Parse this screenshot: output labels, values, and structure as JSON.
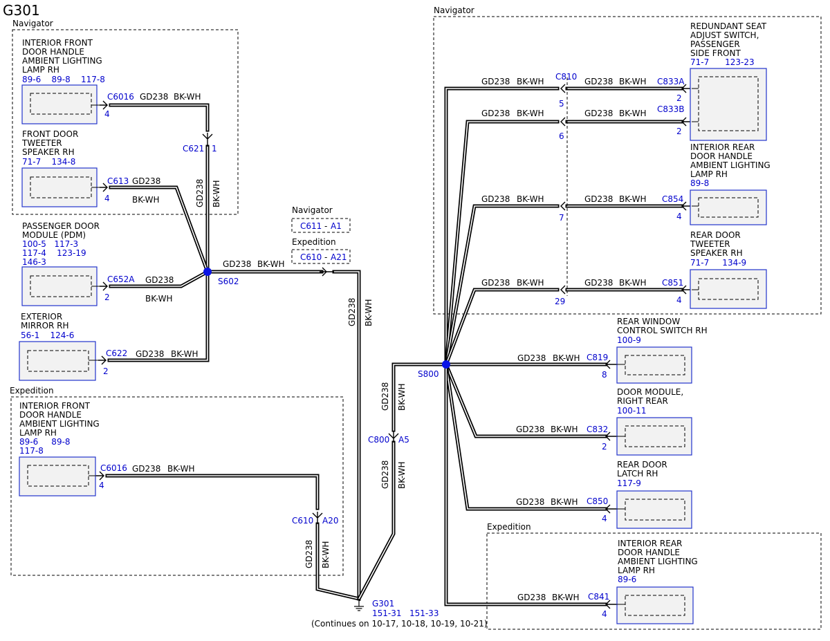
{
  "title": "G301",
  "colors": {
    "accent": "#0000cc",
    "wire": "#000000",
    "component_fill": "#f2f2f2",
    "component_border": "#2233cc"
  },
  "groups": {
    "nav_left": "Navigator",
    "nav_right": "Navigator",
    "exp_left": "Expedition",
    "exp_right": "Expedition",
    "nav_mid": "Navigator",
    "exp_mid": "Expedition"
  },
  "wire": {
    "color": "GD238",
    "code": "BK-WH"
  },
  "inline": {
    "nav_conn": "C611",
    "nav_sep": "-",
    "nav_pin": "A1",
    "exp_conn": "C610",
    "exp_sep": "-",
    "exp_pin": "A21"
  },
  "splices": {
    "s602": "S602",
    "s800": "S800"
  },
  "ground": {
    "name": "G301",
    "refs": "151-31   151-33",
    "note": "(Continues on 10-17, 10-18, 10-19, 10-21)"
  },
  "connectors": {
    "c621": "C621",
    "c621_pin": "1",
    "c800": "C800",
    "c800_pin": "A5",
    "c610b": "C610",
    "c610b_pin": "A20",
    "c6016a": "C6016",
    "c6016a_pin": "4",
    "c613": "C613",
    "c613_pin": "4",
    "c652a": "C652A",
    "c652a_pin": "2",
    "c622": "C622",
    "c622_pin": "2",
    "c6016b": "C6016",
    "c6016b_pin": "4",
    "c810": "C810",
    "c810_pin5": "5",
    "c810_pin6": "6",
    "c810_pin7": "7",
    "c810_pin29": "29",
    "c833a": "C833A",
    "c833a_pin": "2",
    "c833b": "C833B",
    "c833b_pin": "2",
    "c854": "C854",
    "c854_pin": "4",
    "c851": "C851",
    "c851_pin": "4",
    "c819": "C819",
    "c819_pin": "8",
    "c832": "C832",
    "c832_pin": "2",
    "c850": "C850",
    "c850_pin": "4",
    "c841": "C841",
    "c841_pin": "4"
  },
  "components": {
    "ifdh_nav": {
      "lines": [
        "INTERIOR FRONT",
        "DOOR HANDLE",
        "AMBIENT LIGHTING",
        "LAMP RH"
      ],
      "refs": [
        "89-6    89-8    117-8"
      ]
    },
    "fdt": {
      "lines": [
        "FRONT DOOR",
        "TWEETER",
        "SPEAKER RH"
      ],
      "refs": [
        "71-7    134-8"
      ]
    },
    "pdm": {
      "lines": [
        "PASSENGER DOOR",
        "MODULE (PDM)"
      ],
      "refs": [
        "100-5   117-3",
        "117-4    123-19",
        "146-3"
      ]
    },
    "mirror": {
      "lines": [
        "EXTERIOR",
        "MIRROR RH"
      ],
      "refs": [
        "56-1    124-6"
      ]
    },
    "ifdh_exp": {
      "lines": [
        "INTERIOR FRONT",
        "DOOR HANDLE",
        "AMBIENT LIGHTING",
        "LAMP RH"
      ],
      "refs": [
        "89-6     89-8",
        "117-8"
      ]
    },
    "seat": {
      "lines": [
        "REDUNDANT SEAT",
        "ADJUST SWITCH,",
        "PASSENGER",
        "SIDE FRONT"
      ],
      "refs": [
        "71-7      123-23"
      ]
    },
    "irdh_nav": {
      "lines": [
        "INTERIOR REAR",
        "DOOR HANDLE",
        "AMBIENT LIGHTING",
        "LAMP RH"
      ],
      "refs": [
        "89-8"
      ]
    },
    "rdt": {
      "lines": [
        "REAR DOOR",
        "TWEETER",
        "SPEAKER RH"
      ],
      "refs": [
        "71-7     134-9"
      ]
    },
    "rwcs": {
      "lines": [
        "REAR WINDOW",
        "CONTROL SWITCH RH"
      ],
      "refs": [
        "100-9"
      ]
    },
    "dmrr": {
      "lines": [
        "DOOR MODULE,",
        "RIGHT REAR"
      ],
      "refs": [
        "100-11"
      ]
    },
    "rdl": {
      "lines": [
        "REAR DOOR",
        "LATCH RH"
      ],
      "refs": [
        "117-9"
      ]
    },
    "irdh_exp": {
      "lines": [
        "INTERIOR REAR",
        "DOOR HANDLE",
        "AMBIENT LIGHTING",
        "LAMP RH"
      ],
      "refs": [
        "89-6"
      ]
    }
  }
}
